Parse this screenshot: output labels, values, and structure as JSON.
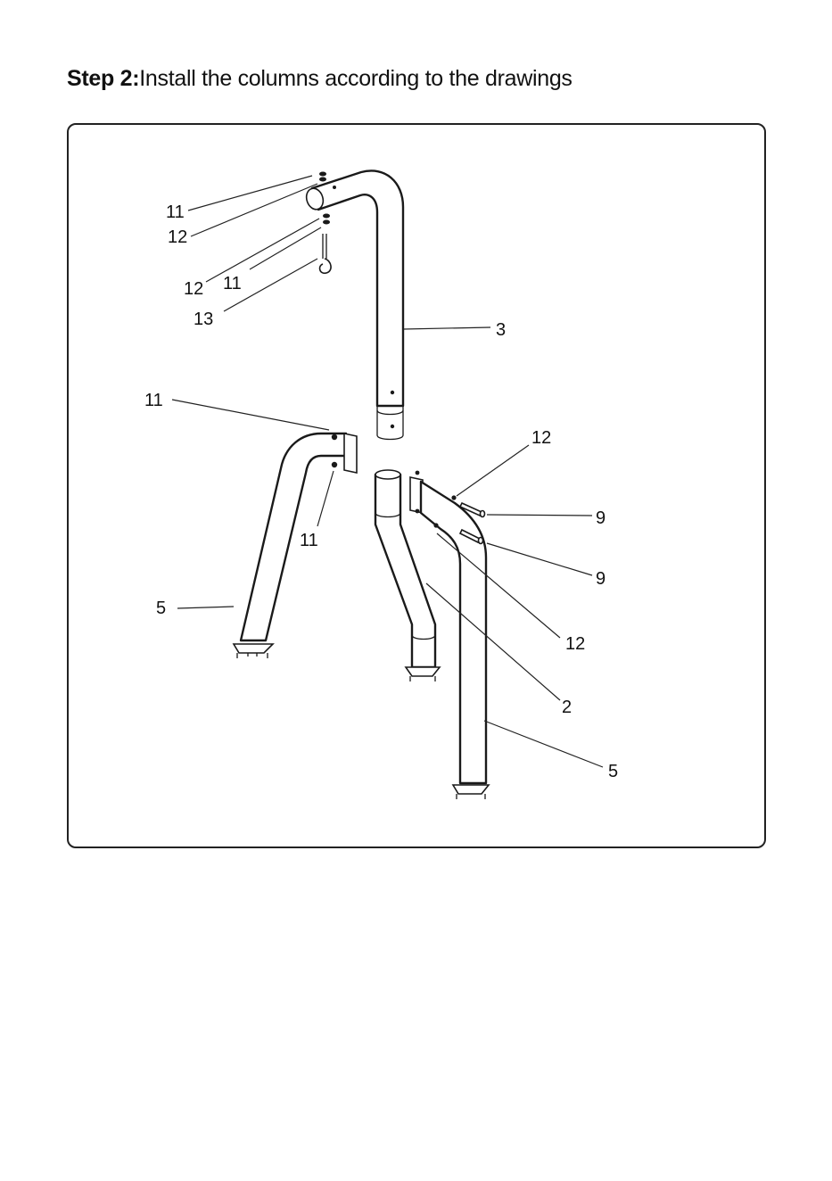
{
  "heading": {
    "step": "Step 2:",
    "text": "Install the columns according to the drawings"
  },
  "callouts": [
    {
      "id": "c1",
      "label": "11"
    },
    {
      "id": "c2",
      "label": "12"
    },
    {
      "id": "c3",
      "label": "12"
    },
    {
      "id": "c4",
      "label": "11"
    },
    {
      "id": "c5",
      "label": "13"
    },
    {
      "id": "c6",
      "label": "3"
    },
    {
      "id": "c7",
      "label": "11"
    },
    {
      "id": "c8",
      "label": "11"
    },
    {
      "id": "c9",
      "label": "12"
    },
    {
      "id": "c10",
      "label": "9"
    },
    {
      "id": "c11",
      "label": "9"
    },
    {
      "id": "c12",
      "label": "12"
    },
    {
      "id": "c13",
      "label": "5"
    },
    {
      "id": "c14",
      "label": "2"
    },
    {
      "id": "c15",
      "label": "5"
    }
  ]
}
